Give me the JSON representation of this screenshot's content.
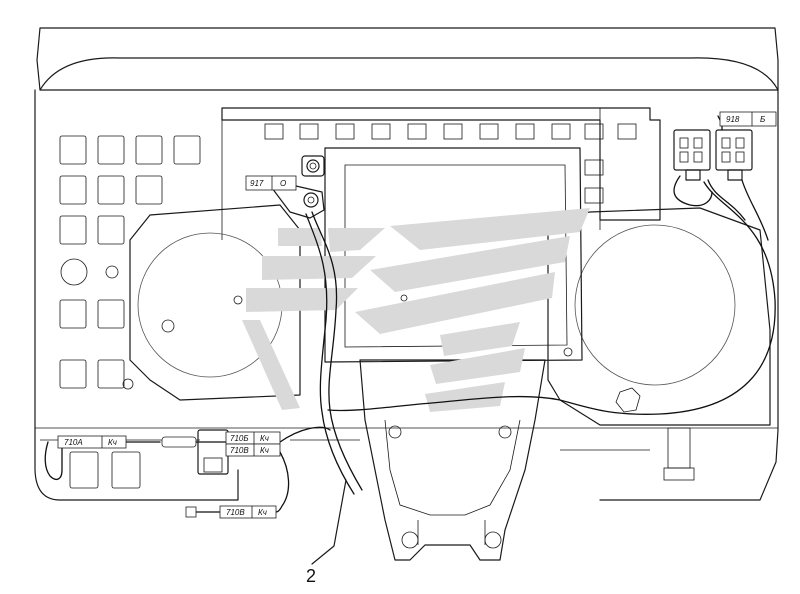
{
  "labels": {
    "c917": "917",
    "c917_color": "О",
    "c918": "918",
    "c918_color": "Б",
    "c710a": "710А",
    "c710a_color": "Кч",
    "c710b": "710Б",
    "c710b_color": "Кч",
    "c710v": "710В",
    "c710v_color": "Кч",
    "c710v2": "710В",
    "c710v2_color": "Кч"
  },
  "callouts": {
    "item_2": "2"
  },
  "colors": {
    "line": "#1a1a1a",
    "watermark": "#d9d9d9",
    "background": "#ffffff"
  }
}
